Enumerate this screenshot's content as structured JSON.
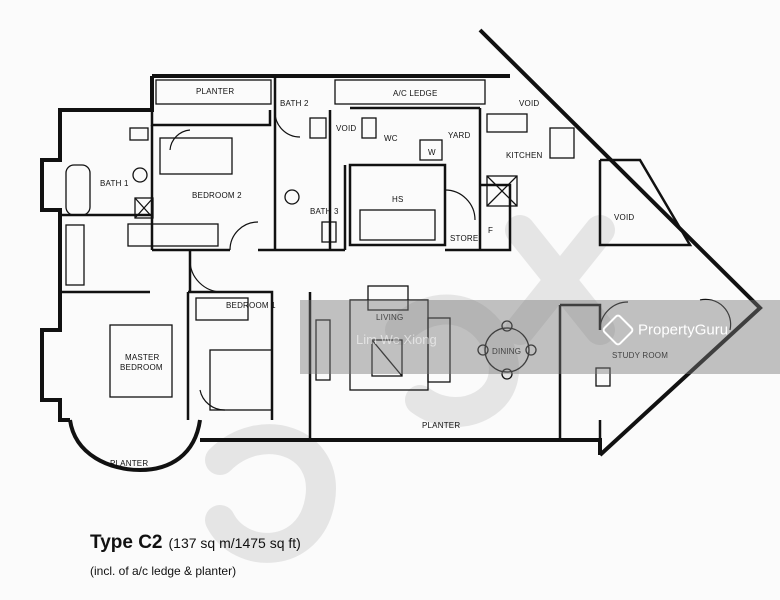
{
  "rooms": {
    "planter_top": "PLANTER",
    "bath_2": "BATH 2",
    "ac_ledge": "A/C LEDGE",
    "void_top": "VOID",
    "void_mid": "VOID",
    "wc": "WC",
    "yard": "YARD",
    "w": "W",
    "kitchen": "KITCHEN",
    "bath_1": "BATH 1",
    "bedroom_2": "BEDROOM 2",
    "bath_3": "BATH 3",
    "hs": "HS",
    "store": "STORE",
    "f": "F",
    "void_right": "VOID",
    "bedroom_1": "BEDROOM 1",
    "living": "LIVING",
    "dining": "DINING",
    "study_room": "STUDY ROOM",
    "master_bedroom_1": "MASTER",
    "master_bedroom_2": "BEDROOM",
    "planter_bottom": "PLANTER",
    "planter_bay": "PLANTER"
  },
  "watermark": {
    "brand": "PropertyGuru",
    "agent": "Lim We Xiong"
  },
  "caption": {
    "type": "Type C2",
    "area": "(137 sq m/1475 sq ft)",
    "note": "(incl. of a/c ledge & planter)"
  }
}
